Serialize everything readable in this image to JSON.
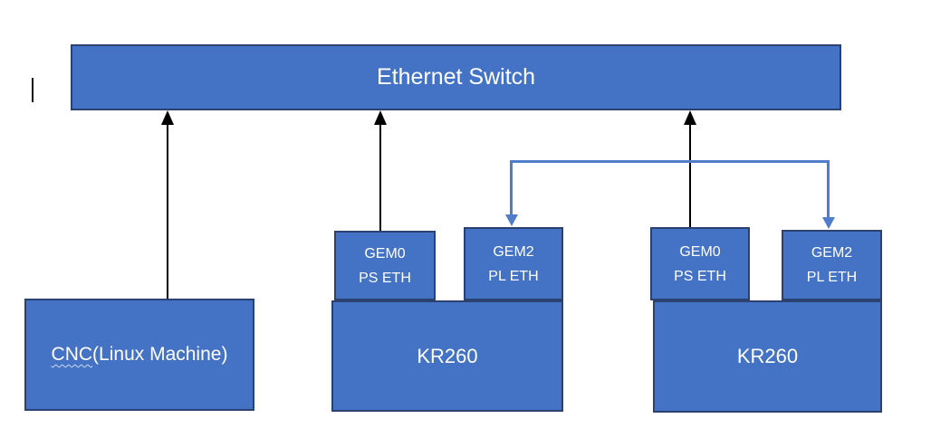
{
  "colors": {
    "box_fill": "#4472C4",
    "box_border": "#2B4170",
    "connector_blue": "#4F7DCB",
    "arrow_black": "#000000",
    "text_white": "#FFFFFF",
    "squiggle": "#C9DCF5"
  },
  "switch_box": {
    "label": "Ethernet Switch"
  },
  "cnc_box": {
    "underlined_part": "CNC",
    "rest": "(Linux Machine)"
  },
  "kr260_left": {
    "label": "KR260",
    "gem0": {
      "line1": "GEM0",
      "line2": "PS ETH"
    },
    "gem2": {
      "line1": "GEM2",
      "line2": "PL ETH"
    }
  },
  "kr260_right": {
    "label": "KR260",
    "gem0": {
      "line1": "GEM0",
      "line2": "PS ETH"
    },
    "gem2": {
      "line1": "GEM2",
      "line2": "PL ETH"
    }
  }
}
